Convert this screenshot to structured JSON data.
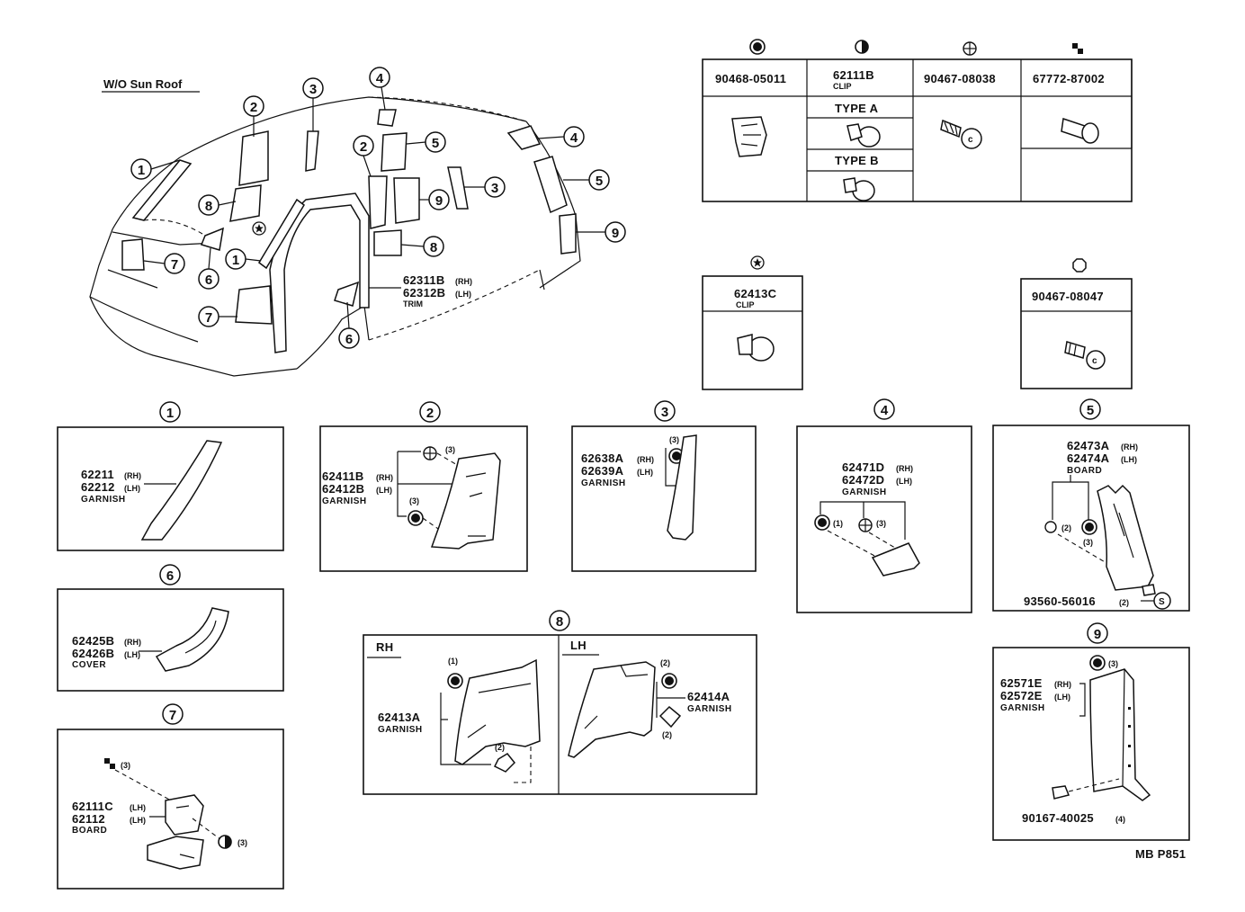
{
  "title": "W/O Sun Roof",
  "footer_code": "MB P851",
  "callouts": {
    "n1": "1",
    "n2": "2",
    "n3": "3",
    "n4": "4",
    "n5": "5",
    "n6": "6",
    "n7": "7",
    "n8": "8",
    "n9": "9"
  },
  "car_label": {
    "pn1": "62311B",
    "s1": "(RH)",
    "pn2": "62312B",
    "s2": "(LH)",
    "desc": "TRIM"
  },
  "fastener_table": {
    "col1": {
      "pn": "90468-05011",
      "symbol": "filled-circle-icon"
    },
    "col2": {
      "pn": "62111B",
      "desc": "CLIP",
      "type_a": "TYPE A",
      "type_b": "TYPE B",
      "symbol": "half-circle-icon"
    },
    "col3": {
      "pn": "90467-08038",
      "symbol": "crosshair-circle-icon"
    },
    "col4": {
      "pn": "67772-87002",
      "symbol": "checker-square-icon"
    }
  },
  "clip_box": {
    "pn": "62413C",
    "desc": "CLIP",
    "symbol": "star-icon"
  },
  "screw_box": {
    "pn": "90467-08047",
    "symbol": "octagon-icon"
  },
  "panels": {
    "p1": {
      "pn1": "62211",
      "s1": "(RH)",
      "pn2": "62212",
      "s2": "(LH)",
      "desc": "GARNISH"
    },
    "p2": {
      "pn1": "62411B",
      "s1": "(RH)",
      "pn2": "62412B",
      "s2": "(LH)",
      "desc": "GARNISH",
      "q1": "(3)",
      "q2": "(3)"
    },
    "p3": {
      "pn1": "62638A",
      "s1": "(RH)",
      "pn2": "62639A",
      "s2": "(LH)",
      "desc": "GARNISH",
      "q1": "(3)"
    },
    "p4": {
      "pn1": "62471D",
      "s1": "(RH)",
      "pn2": "62472D",
      "s2": "(LH)",
      "desc": "GARNISH",
      "q1": "(1)",
      "q2": "(3)"
    },
    "p5": {
      "pn1": "62473A",
      "s1": "(RH)",
      "pn2": "62474A",
      "s2": "(LH)",
      "desc": "BOARD",
      "q1": "(2)",
      "q2": "(3)",
      "bolt": "93560-56016",
      "bolt_q": "(2)",
      "s_mark": "S"
    },
    "p6": {
      "pn1": "62425B",
      "s1": "(RH)",
      "pn2": "62426B",
      "s2": "(LH)",
      "desc": "COVER"
    },
    "p7": {
      "pn1": "62111C",
      "s1": "(LH)",
      "pn2": "62112",
      "s2": "(LH)",
      "desc": "BOARD",
      "q1": "(3)",
      "q2": "(3)"
    },
    "p8": {
      "rh": "RH",
      "lh": "LH",
      "pn_rh": "62413A",
      "desc_rh": "GARNISH",
      "pn_lh": "62414A",
      "desc_lh": "GARNISH",
      "q_rh1": "(1)",
      "q_rh2": "(2)",
      "q_lh1": "(2)",
      "q_lh2": "(2)"
    },
    "p9": {
      "pn1": "62571E",
      "s1": "(RH)",
      "pn2": "62572E",
      "s2": "(LH)",
      "desc": "GARNISH",
      "q1": "(3)",
      "bolt": "90167-40025",
      "bolt_q": "(4)"
    }
  }
}
